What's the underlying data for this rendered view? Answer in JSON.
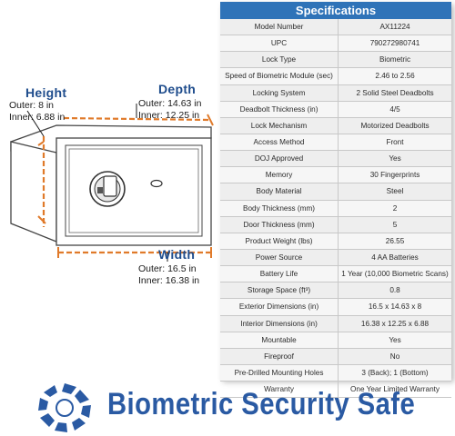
{
  "dimensions": {
    "height": {
      "title": "Height",
      "outer": "Outer: 8 in",
      "inner": "Inner: 6.88 in"
    },
    "depth": {
      "title": "Depth",
      "outer": "Outer: 14.63 in",
      "inner": "Inner: 12.25 in"
    },
    "width": {
      "title": "Width",
      "outer": "Outer: 16.5 in",
      "inner": "Inner: 16.38 in"
    }
  },
  "specifications": {
    "header": "Specifications",
    "rows": [
      {
        "label": "Model Number",
        "value": "AX11224"
      },
      {
        "label": "UPC",
        "value": "790272980741"
      },
      {
        "label": "Lock Type",
        "value": "Biometric"
      },
      {
        "label": "Speed of Biometric Module (sec)",
        "value": "2.46 to 2.56"
      },
      {
        "label": "Locking System",
        "value": "2 Solid Steel Deadbolts"
      },
      {
        "label": "Deadbolt Thickness (in)",
        "value": "4/5"
      },
      {
        "label": "Lock Mechanism",
        "value": "Motorized Deadbolts"
      },
      {
        "label": "Access Method",
        "value": "Front"
      },
      {
        "label": "DOJ Approved",
        "value": "Yes"
      },
      {
        "label": "Memory",
        "value": "30 Fingerprints"
      },
      {
        "label": "Body Material",
        "value": "Steel"
      },
      {
        "label": "Body Thickness (mm)",
        "value": "2"
      },
      {
        "label": "Door Thickness (mm)",
        "value": "5"
      },
      {
        "label": "Product Weight (lbs)",
        "value": "26.55"
      },
      {
        "label": "Power Source",
        "value": "4 AA Batteries"
      },
      {
        "label": "Battery Life",
        "value": "1 Year (10,000 Biometric Scans)"
      },
      {
        "label": "Storage Space (ft³)",
        "value": "0.8"
      },
      {
        "label": "Exterior Dimensions (in)",
        "value": "16.5 x 14.63 x 8"
      },
      {
        "label": "Interior Dimensions (in)",
        "value": "16.38 x 12.25 x 6.88"
      },
      {
        "label": "Mountable",
        "value": "Yes"
      },
      {
        "label": "Fireproof",
        "value": "No"
      },
      {
        "label": "Pre-Drilled Mounting Holes",
        "value": "3 (Back); 1 (Bottom)"
      },
      {
        "label": "Warranty",
        "value": "One Year Limited Warranty"
      }
    ]
  },
  "banner": {
    "title": "Biometric Security Safe",
    "logo_icon": "shield-logo-icon"
  },
  "colors": {
    "brand_blue": "#2a5aa3",
    "header_blue": "#2f73b8",
    "dimension_orange": "#e07a2a"
  }
}
